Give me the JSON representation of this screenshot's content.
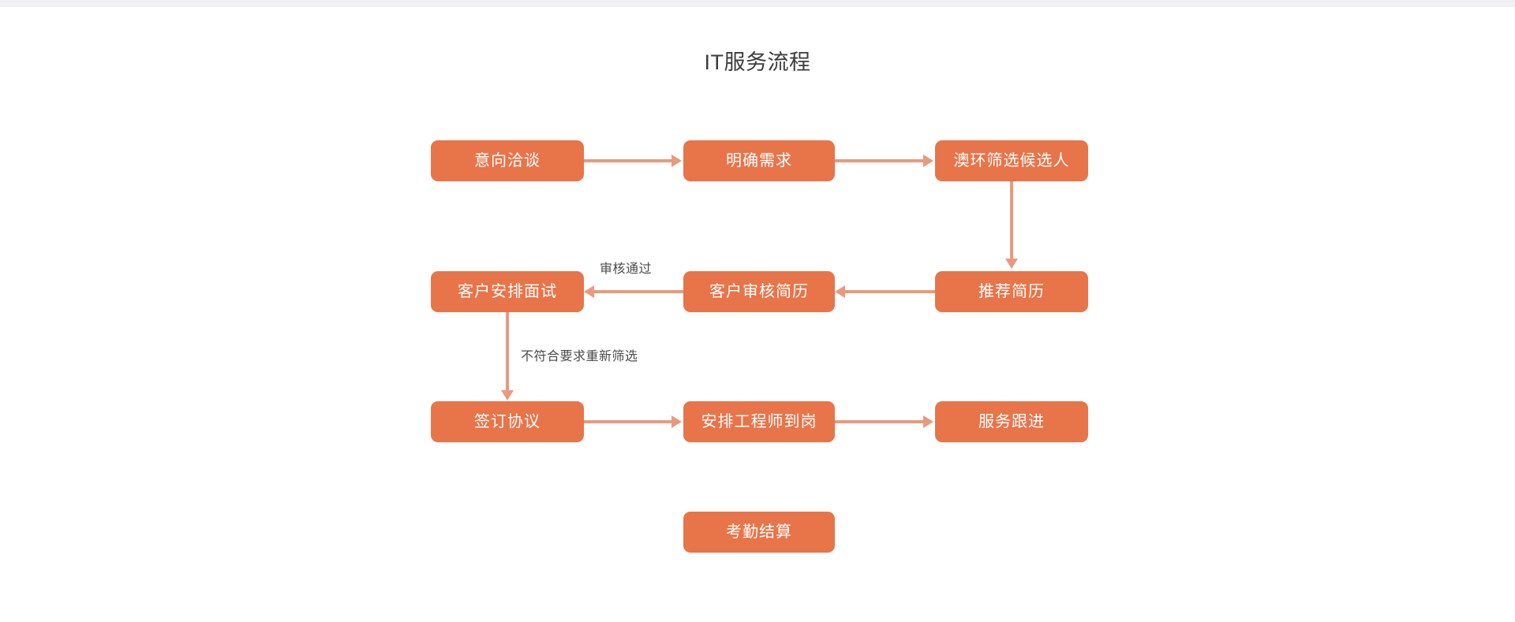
{
  "page": {
    "background": "#ffffff",
    "top_strip_color": "#f0f0f4"
  },
  "title": "IT服务流程",
  "theme": {
    "node_fill": "#e8744a",
    "node_text": "#ffffff",
    "connector": "#e89a7e",
    "label_text": "#4a4a4a",
    "title_text": "#3b3b3b"
  },
  "chart_data": {
    "type": "diagram",
    "diagram_kind": "flowchart",
    "title": "IT服务流程",
    "orientation": "left-to-right, serpentine rows",
    "node_shape": "rounded-rectangle",
    "nodes": [
      {
        "id": "n1",
        "label": "意向洽谈",
        "row": 1,
        "col": 1
      },
      {
        "id": "n2",
        "label": "明确需求",
        "row": 1,
        "col": 2
      },
      {
        "id": "n3",
        "label": "澳环筛选候选人",
        "row": 1,
        "col": 3
      },
      {
        "id": "n4",
        "label": "推荐简历",
        "row": 2,
        "col": 3
      },
      {
        "id": "n5",
        "label": "客户审核简历",
        "row": 2,
        "col": 2
      },
      {
        "id": "n6",
        "label": "客户安排面试",
        "row": 2,
        "col": 1
      },
      {
        "id": "n7",
        "label": "签订协议",
        "row": 3,
        "col": 1
      },
      {
        "id": "n8",
        "label": "安排工程师到岗",
        "row": 3,
        "col": 2
      },
      {
        "id": "n9",
        "label": "服务跟进",
        "row": 3,
        "col": 3
      },
      {
        "id": "n10",
        "label": "考勤结算",
        "row": 4,
        "col": 2
      }
    ],
    "edges": [
      {
        "from": "n1",
        "to": "n2",
        "direction": "right",
        "label": ""
      },
      {
        "from": "n2",
        "to": "n3",
        "direction": "right",
        "label": ""
      },
      {
        "from": "n3",
        "to": "n4",
        "direction": "down",
        "label": ""
      },
      {
        "from": "n4",
        "to": "n5",
        "direction": "left",
        "label": ""
      },
      {
        "from": "n5",
        "to": "n6",
        "direction": "left",
        "label": "审核通过"
      },
      {
        "from": "n6",
        "to": "n7",
        "direction": "down",
        "label": "不符合要求重新筛选"
      },
      {
        "from": "n7",
        "to": "n8",
        "direction": "right",
        "label": ""
      },
      {
        "from": "n8",
        "to": "n9",
        "direction": "right",
        "label": ""
      }
    ],
    "edge_labels": [
      {
        "id": "l1",
        "text": "审核通过"
      },
      {
        "id": "l2",
        "text": "不符合要求重新筛选"
      }
    ]
  }
}
